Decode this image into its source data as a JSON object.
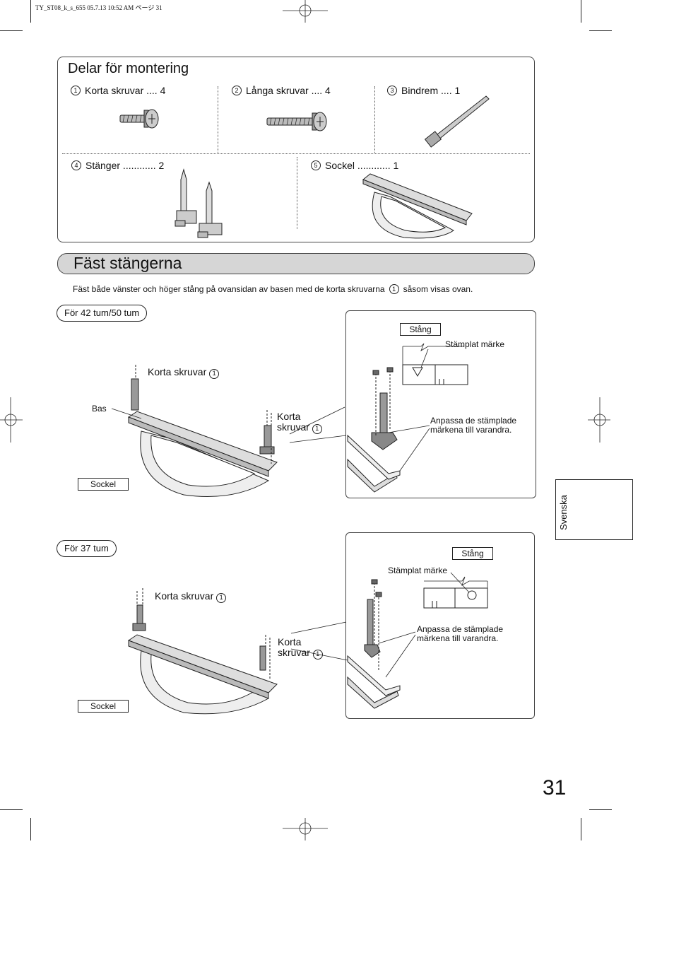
{
  "header": {
    "meta": "TY_ST08_k_s_655  05.7.13 10:52 AM    ページ 31"
  },
  "parts": {
    "title": "Delar för montering",
    "items": [
      {
        "num": "1",
        "label": "Korta skruvar .... 4"
      },
      {
        "num": "2",
        "label": "Långa skruvar .... 4"
      },
      {
        "num": "3",
        "label": "Bindrem .... 1"
      },
      {
        "num": "4",
        "label": "Stänger ............ 2"
      },
      {
        "num": "5",
        "label": "Sockel ............ 1"
      }
    ]
  },
  "section": {
    "title": "Fäst stängerna",
    "intro": "Fäst både vänster och höger stång på ovansidan av basen med de korta skruvarna",
    "intro_num": "1",
    "intro_tail": "såsom visas ovan."
  },
  "fig42": {
    "pill": "För 42 tum/50 tum",
    "korta_skruvar": "Korta skruvar",
    "korta": "Korta",
    "skruvar": "skruvar",
    "num": "1",
    "bas": "Bas",
    "sockel": "Sockel",
    "detail": {
      "stang": "Stång",
      "stamplat": "Stämplat märke",
      "anpassa1": "Anpassa de stämplade",
      "anpassa2": "märkena till varandra."
    }
  },
  "fig37": {
    "pill": "För 37 tum",
    "korta_skruvar": "Korta skruvar",
    "korta": "Korta",
    "skruvar": "skruvar",
    "num": "1",
    "sockel": "Sockel",
    "detail": {
      "stang": "Stång",
      "stamplat": "Stämplat märke",
      "anpassa1": "Anpassa de stämplade",
      "anpassa2": "märkena till varandra."
    }
  },
  "side_tab": {
    "language": "Svenska"
  },
  "page": {
    "number": "31"
  }
}
